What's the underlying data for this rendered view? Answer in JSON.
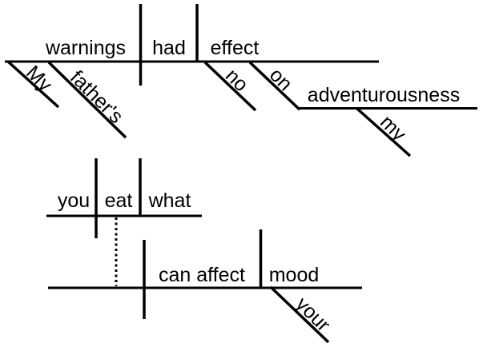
{
  "canvas": {
    "background": "#ffffff",
    "line_color": "#000000",
    "text_color": "#000000"
  },
  "diagram1": {
    "subject": "warnings",
    "verb": "had",
    "object": "effect",
    "subject_modifier_1": "My",
    "subject_modifier_2": "father's",
    "object_modifier": "no",
    "preposition": "on",
    "preposition_object": "adventurousness",
    "preposition_object_modifier": "my"
  },
  "diagram2": {
    "clause_subject": "you",
    "clause_verb": "eat",
    "clause_object": "what",
    "verb": "can affect",
    "object": "mood",
    "object_modifier": "your"
  }
}
